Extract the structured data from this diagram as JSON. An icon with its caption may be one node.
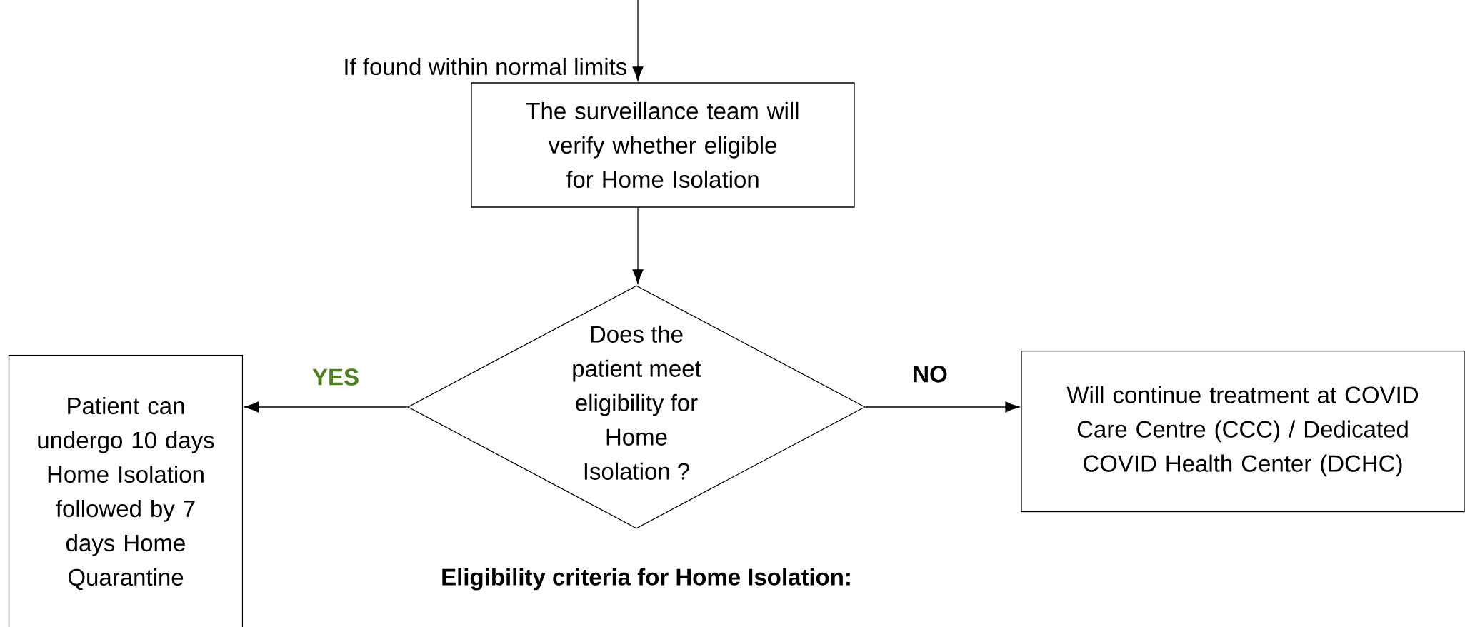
{
  "diagram": {
    "nodes": [
      {
        "text": [
          "The surveillance team will verify whether eligible for Home Isolation"
        ]
      },
      {
        "text": [
          "Does the patient meet eligibility for Home Isolation ?"
        ]
      },
      {
        "text": [
          "Patient can undergo 10 days Home Isolation followed by 7 days Home Quarantine"
        ]
      },
      {
        "text": [
          "Will continue treatment at COVID Care Centre (CCC) / Dedicated COVID Health Center (DCHC)"
        ]
      }
    ],
    "edges": [
      {
        "from": null,
        "to": 0,
        "arrow": "to",
        "label": "If found within normal limits"
      },
      {
        "from": 0,
        "to": 1,
        "arrow": "to"
      },
      {
        "from": 1,
        "to": 2,
        "arrow": "to",
        "label": "YES"
      },
      {
        "from": 1,
        "to": 3,
        "arrow": "to",
        "label": "NO"
      }
    ],
    "labels": [
      "Eligibility criteria for Home Isolation:"
    ]
  }
}
